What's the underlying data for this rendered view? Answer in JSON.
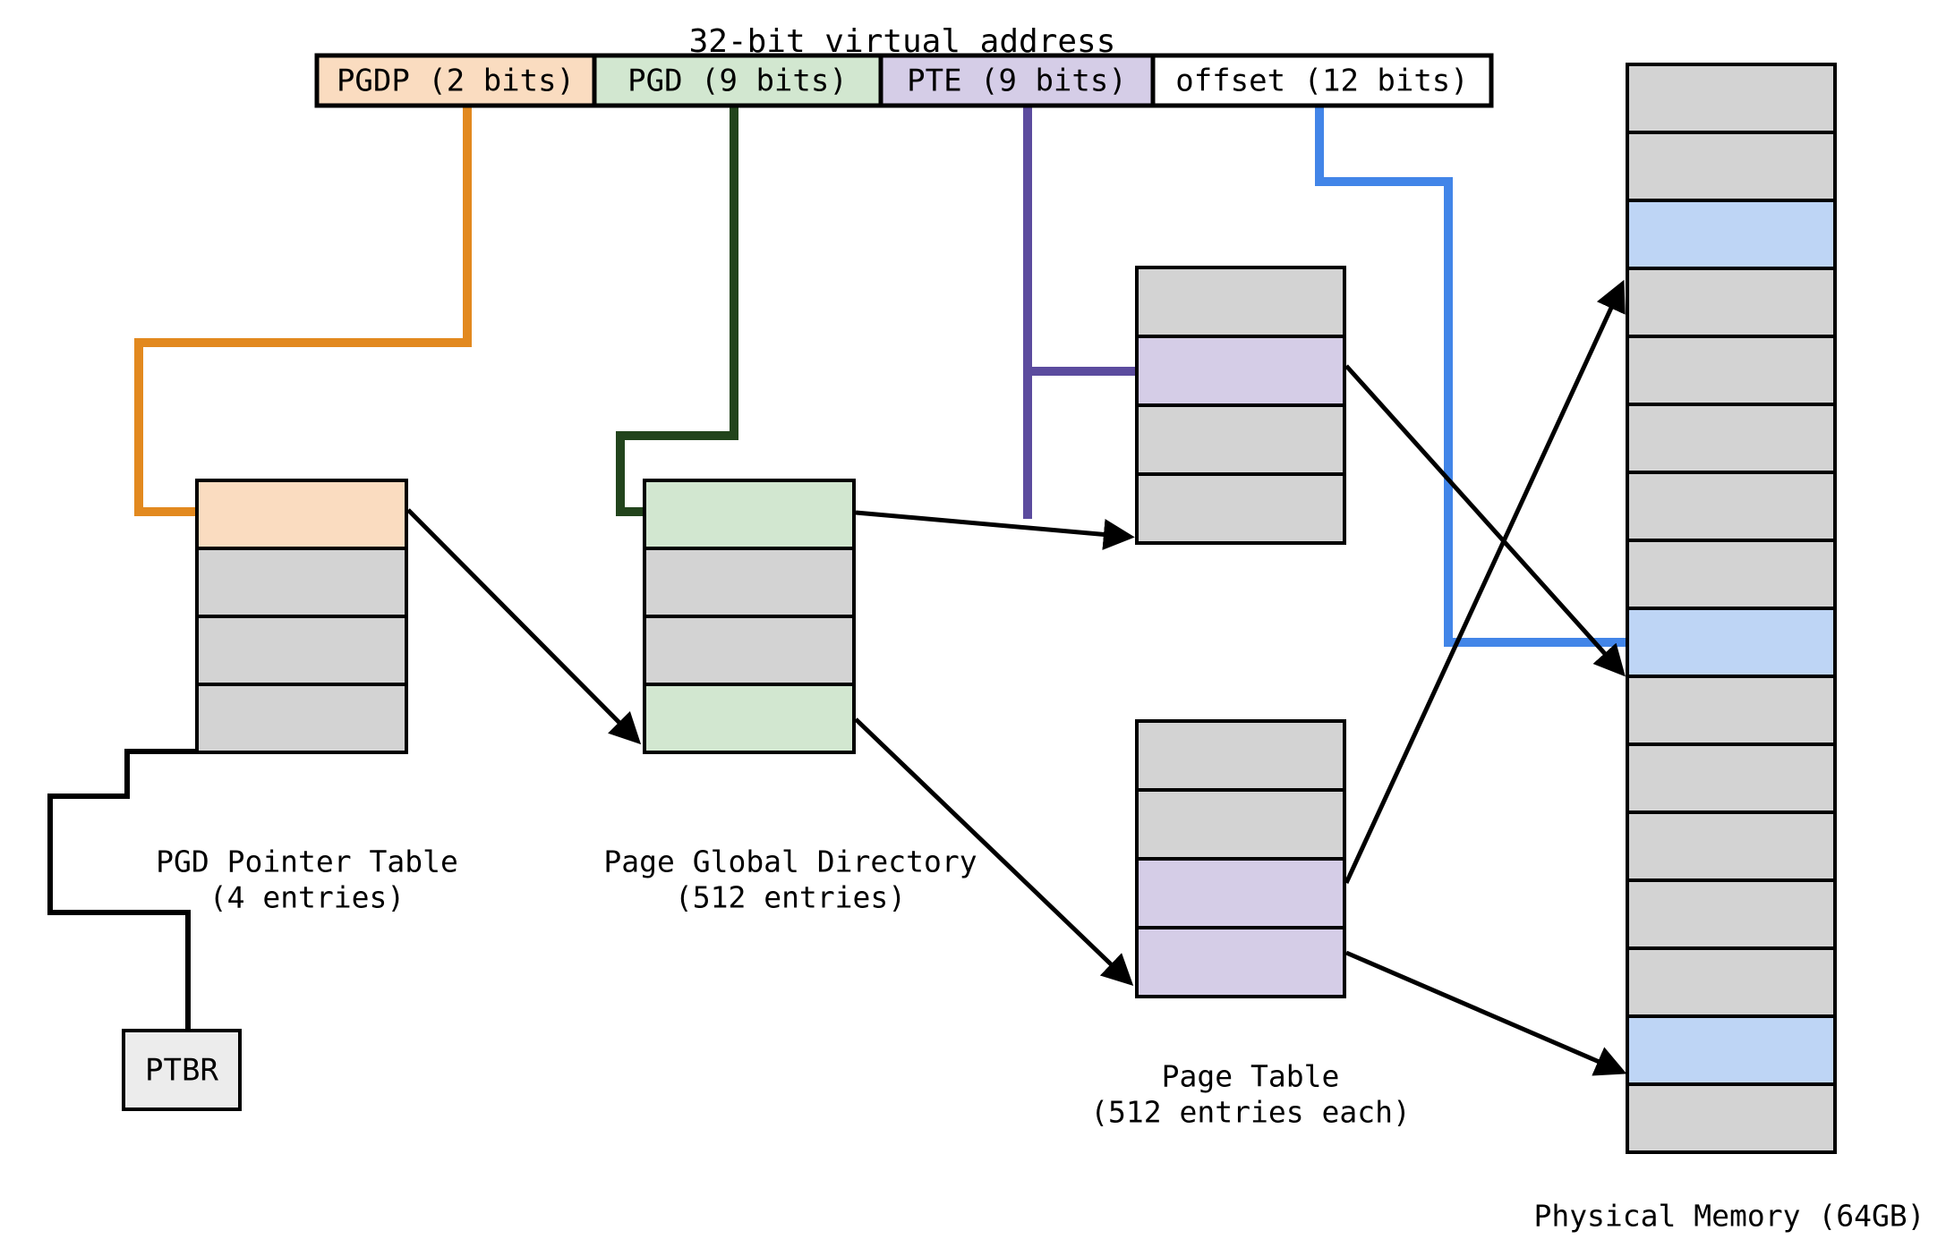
{
  "title": "32-bit virtual address",
  "colors": {
    "pgdp_fill": "#fadcc0",
    "pgd_fill": "#d2e7d0",
    "pte_fill": "#d5cde7",
    "offset_fill": "#ffffff",
    "gray_fill": "#d3d3d3",
    "blue_fill": "#bed5f5",
    "ptbr_fill": "#ececec",
    "stroke": "#000000",
    "orange_connector": "#e2891f",
    "green_connector": "#22441c",
    "purple_connector": "#5b4b9e",
    "blue_connector": "#4285e8"
  },
  "address_bar": {
    "fields": [
      {
        "label": "PGDP (2 bits)",
        "fill_key": "pgdp_fill",
        "bits": 2
      },
      {
        "label": "PGD (9 bits)",
        "fill_key": "pgd_fill",
        "bits": 9
      },
      {
        "label": "PTE (9 bits)",
        "fill_key": "pte_fill",
        "bits": 9
      },
      {
        "label": "offset (12 bits)",
        "fill_key": "offset_fill",
        "bits": 12
      }
    ]
  },
  "tables": {
    "pgd_pointer_table": {
      "caption_line1": "PGD Pointer Table",
      "caption_line2": "(4 entries)",
      "rows": [
        "highlight-orange",
        "gray",
        "gray",
        "gray"
      ]
    },
    "page_global_directory": {
      "caption_line1": "Page Global Directory",
      "caption_line2": "(512 entries)",
      "rows": [
        "highlight-green",
        "gray",
        "gray",
        "highlight-green"
      ]
    },
    "page_table_upper": {
      "rows": [
        "gray",
        "highlight-purple",
        "gray",
        "gray"
      ]
    },
    "page_table_lower": {
      "caption_line1": "Page Table",
      "caption_line2": "(512 entries each)",
      "rows": [
        "gray",
        "gray",
        "highlight-purple",
        "highlight-purple"
      ]
    },
    "physical_memory": {
      "caption": "Physical Memory (64GB)",
      "row_count": 16,
      "rows": [
        "gray",
        "gray",
        "blue",
        "gray",
        "gray",
        "gray",
        "gray",
        "gray",
        "blue",
        "gray",
        "gray",
        "gray",
        "gray",
        "gray",
        "blue",
        "gray"
      ]
    }
  },
  "ptbr": {
    "label": "PTBR"
  }
}
